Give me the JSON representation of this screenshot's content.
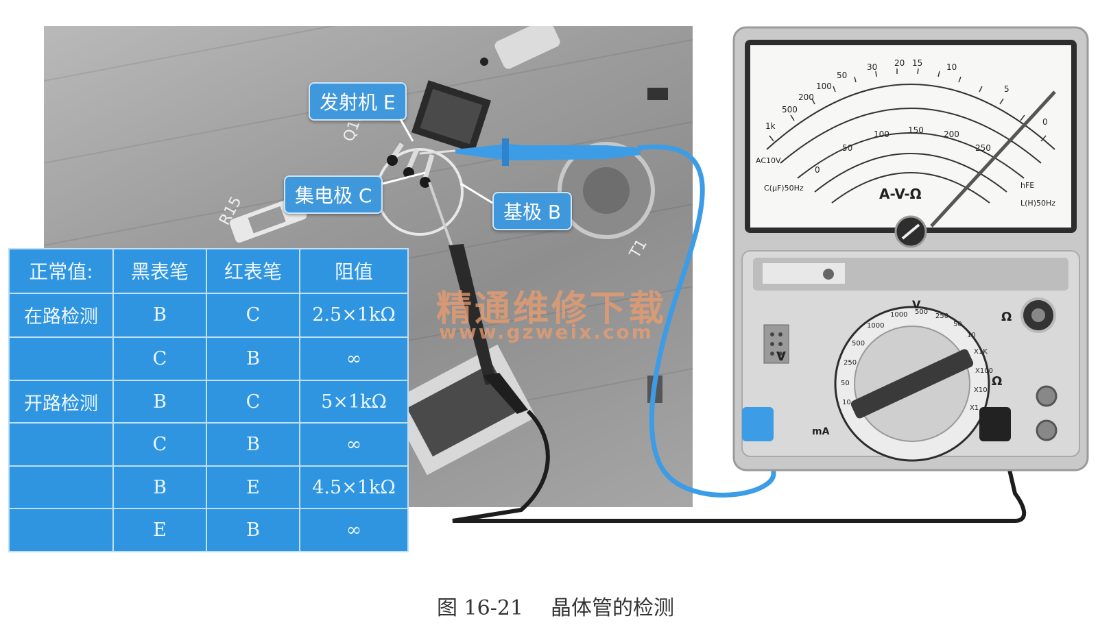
{
  "callouts": {
    "emitter": "发射机 E",
    "collector": "集电极 C",
    "base": "基极 B"
  },
  "pcb_labels": {
    "q_label": "Q12",
    "r_label": "R15",
    "t_label": "T1"
  },
  "table": {
    "headers": [
      "正常值:",
      "黑表笔",
      "红表笔",
      "阻值"
    ],
    "rows": [
      {
        "label": "在路检测",
        "black": "B",
        "red": "C",
        "value": "2.5×1kΩ"
      },
      {
        "label": "",
        "black": "C",
        "red": "B",
        "value": "∞"
      },
      {
        "label": "开路检测",
        "black": "B",
        "red": "C",
        "value": "5×1kΩ"
      },
      {
        "label": "",
        "black": "C",
        "red": "B",
        "value": "∞"
      },
      {
        "label": "",
        "black": "B",
        "red": "E",
        "value": "4.5×1kΩ"
      },
      {
        "label": "",
        "black": "E",
        "red": "B",
        "value": "∞"
      }
    ]
  },
  "meter": {
    "dial_title": "A-V-Ω",
    "ac_label": "AC10V",
    "c_label": "C(μF)50Hz",
    "l_label": "L(H)50Hz",
    "hfe_label": "hFE",
    "ohm_symbol": "Ω",
    "v_symbol": "V",
    "ma_symbol": "mA",
    "scale_top": [
      "1k",
      "500",
      "200",
      "100",
      "50",
      "30",
      "20",
      "15",
      "10",
      "5",
      "0"
    ],
    "scale_mid": [
      "0",
      "50",
      "100",
      "150",
      "200",
      "250"
    ],
    "selector_marks": [
      "10",
      "50",
      "250",
      "500",
      "1000",
      "1000",
      "500",
      "250",
      "50",
      "10",
      "X1K",
      "X100",
      "X10",
      "X1"
    ]
  },
  "watermark": {
    "cn": "精通维修下载",
    "url": "www.gzweix.com"
  },
  "caption": {
    "fig_no": "图 16-21",
    "title": "晶体管的检测"
  },
  "colors": {
    "table_bg": "#2f95e0",
    "callout_bg": "#3f97dc",
    "red_probe": "#3c9ce6",
    "black_probe": "#222222"
  }
}
